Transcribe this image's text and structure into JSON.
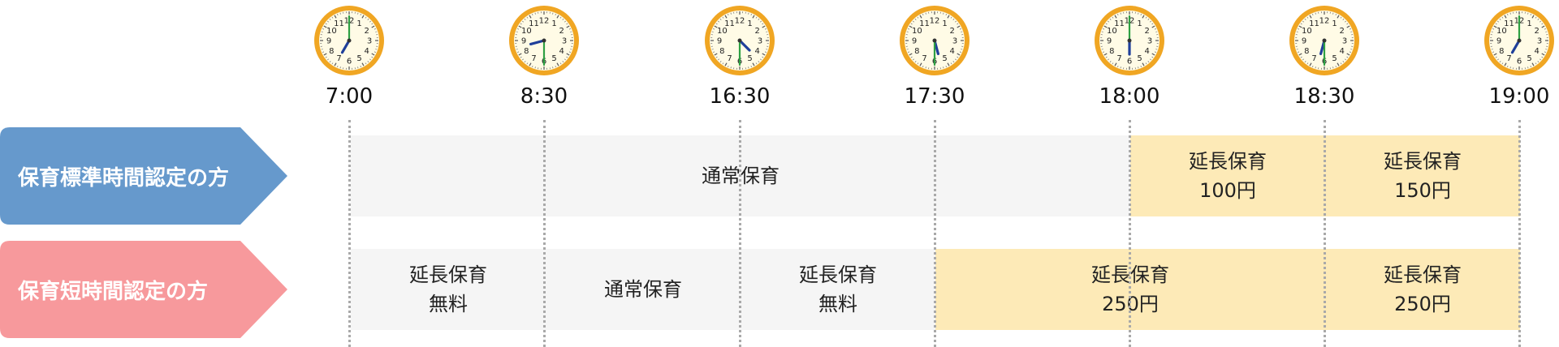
{
  "times": [
    "7:00",
    "8:30",
    "16:30",
    "17:30",
    "18:00",
    "18:30",
    "19:00"
  ],
  "colors": {
    "standard_label": "#6699cc",
    "short_label": "#f7999c",
    "normal": "#f5f5f5",
    "extended": "#fdeab7",
    "clock_rim": "#f0a623"
  },
  "rows": {
    "standard": {
      "label": "保育標準時間認定の方",
      "cells": [
        {
          "line1": "通常保育",
          "line2": ""
        },
        {
          "line1": "延長保育",
          "line2": "100円"
        },
        {
          "line1": "延長保育",
          "line2": "150円"
        }
      ]
    },
    "short": {
      "label": "保育短時間認定の方",
      "cells": [
        {
          "line1": "延長保育",
          "line2": "無料"
        },
        {
          "line1": "通常保育",
          "line2": ""
        },
        {
          "line1": "延長保育",
          "line2": "無料"
        },
        {
          "line1": "延長保育",
          "line2": "250円"
        },
        {
          "line1": "延長保育",
          "line2": "250円"
        }
      ]
    }
  }
}
